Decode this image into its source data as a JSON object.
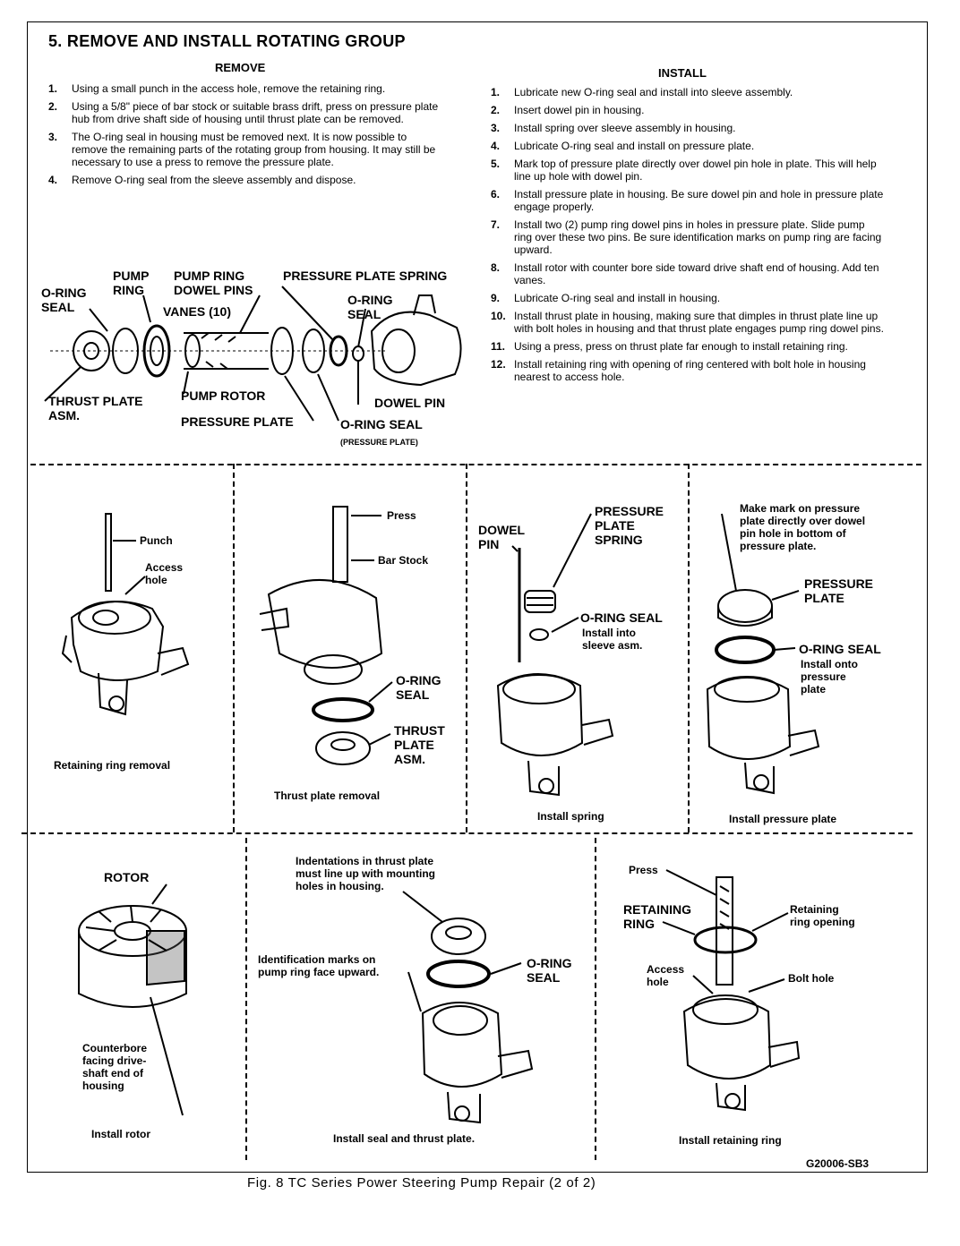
{
  "title": "5. REMOVE AND INSTALL ROTATING GROUP",
  "remove": {
    "heading": "REMOVE",
    "steps": [
      {
        "n": "1.",
        "text": "Using a small punch in the access hole, remove the retaining ring."
      },
      {
        "n": "2.",
        "text": "Using a 5/8\" piece of bar stock or suitable brass drift, press on pressure plate hub from drive shaft side of housing until thrust plate can be removed."
      },
      {
        "n": "3.",
        "text": "The O-ring seal in housing must be removed next. It is now possible to remove the remaining parts of the rotating group from housing. It may still be necessary to use a press to remove the pressure plate."
      },
      {
        "n": "4.",
        "text": "Remove O-ring seal from the sleeve assembly and dispose."
      }
    ]
  },
  "install": {
    "heading": "INSTALL",
    "steps": [
      {
        "n": "1.",
        "text": "Lubricate new O-ring seal and install into sleeve assembly."
      },
      {
        "n": "2.",
        "text": "Insert dowel pin in housing."
      },
      {
        "n": "3.",
        "text": "Install spring over sleeve assembly in housing."
      },
      {
        "n": "4.",
        "text": "Lubricate O-ring seal and install on pressure plate."
      },
      {
        "n": "5.",
        "text": "Mark top of pressure plate directly over dowel pin hole in plate. This will help line up hole with dowel pin."
      },
      {
        "n": "6.",
        "text": "Install pressure plate in housing. Be sure dowel pin and hole in pressure plate engage properly."
      },
      {
        "n": "7.",
        "text": "Install two (2) pump ring dowel pins in holes in pressure plate. Slide pump ring over these two pins. Be sure identification marks on pump ring are facing upward."
      },
      {
        "n": "8.",
        "text": "Install rotor with counter bore side toward drive shaft end of housing. Add ten vanes."
      },
      {
        "n": "9.",
        "text": "Lubricate O-ring seal and install in housing."
      },
      {
        "n": "10.",
        "text": "Install thrust plate in housing, making sure that dimples in thrust plate line up with bolt holes in housing and that thrust plate engages pump ring dowel pins."
      },
      {
        "n": "11.",
        "text": "Using a press, press on thrust plate far enough to install retaining ring."
      },
      {
        "n": "12.",
        "text": "Install retaining ring with opening of ring centered with bolt hole in housing nearest to access hole."
      }
    ]
  },
  "exploded": {
    "oring_seal_a": "O-RING",
    "oring_seal_b": "SEAL",
    "pump_ring_a": "PUMP",
    "pump_ring_b": "RING",
    "dowel_pins_a": "PUMP RING",
    "dowel_pins_b": "DOWEL PINS",
    "vanes": "VANES (10)",
    "pp_spring": "PRESSURE PLATE SPRING",
    "oring2_a": "O-RING",
    "oring2_b": "SEAL",
    "thrust_a": "THRUST PLATE",
    "thrust_b": "ASM.",
    "pump_rotor": "PUMP ROTOR",
    "dowel_pin": "DOWEL PIN",
    "pressure_plate": "PRESSURE PLATE",
    "oring3": "O-RING SEAL",
    "oring3_note": "(PRESSURE PLATE)"
  },
  "panels": {
    "p1": {
      "caption": "Retaining ring removal",
      "punch": "Punch",
      "access_a": "Access",
      "access_b": "hole"
    },
    "p2": {
      "caption": "Thrust plate removal",
      "press": "Press",
      "bar": "Bar Stock",
      "oring_a": "O-RING",
      "oring_b": "SEAL",
      "thrust_a": "THRUST",
      "thrust_b": "PLATE",
      "thrust_c": "ASM."
    },
    "p3": {
      "caption": "Install spring",
      "dowel_a": "DOWEL",
      "dowel_b": "PIN",
      "spring_a": "PRESSURE",
      "spring_b": "PLATE",
      "spring_c": "SPRING",
      "oring_a": "O-RING SEAL",
      "oring_b": "Install into",
      "oring_c": "sleeve asm."
    },
    "p4": {
      "caption": "Install pressure plate",
      "mark_a": "Make mark on pressure",
      "mark_b": "plate directly over dowel",
      "mark_c": "pin hole in bottom of",
      "mark_d": "pressure plate.",
      "pp_a": "PRESSURE",
      "pp_b": "PLATE",
      "oring_a": "O-RING SEAL",
      "oring_b": "Install onto",
      "oring_c": "pressure",
      "oring_d": "plate"
    },
    "p5": {
      "caption": "Install rotor",
      "rotor": "ROTOR",
      "cb_a": "Counterbore",
      "cb_b": "facing drive-",
      "cb_c": "shaft end of",
      "cb_d": "housing"
    },
    "p6": {
      "caption": "Install seal and thrust plate.",
      "ind_a": "Indentations in thrust plate",
      "ind_b": "must line up with mounting",
      "ind_c": "holes in housing.",
      "id_a": "Identification marks on",
      "id_b": "pump ring face upward.",
      "oring_a": "O-RING",
      "oring_b": "SEAL"
    },
    "p7": {
      "caption": "Install retaining ring",
      "press": "Press",
      "rr_a": "RETAINING",
      "rr_b": "RING",
      "ro_a": "Retaining",
      "ro_b": "ring opening",
      "access_a": "Access",
      "access_b": "hole",
      "bolt": "Bolt hole"
    }
  },
  "figure_id": "G20006-SB3",
  "figure_caption": "Fig. 8 TC Series Power Steering Pump Repair (2 of 2)"
}
